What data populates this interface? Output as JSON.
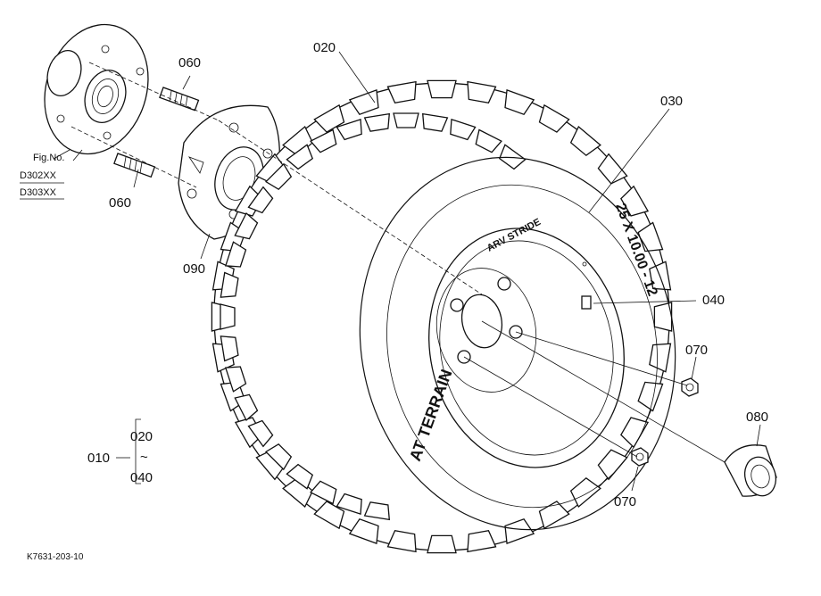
{
  "parts": {
    "p020": "020",
    "p030": "030",
    "p040": "040",
    "p060a": "060",
    "p060b": "060",
    "p070a": "070",
    "p070b": "070",
    "p080": "080",
    "p090": "090",
    "p010": "010",
    "range_from": "020",
    "range_tilde": "~",
    "range_to": "040"
  },
  "fig_ref": {
    "title": "Fig.No.",
    "line1": "D302XX",
    "line2": "D303XX"
  },
  "tire_text": {
    "size": "25 X 10.00 - 12",
    "brand": "AT TERRAIN",
    "arrow_brand": "ARV STRIDE"
  },
  "drawing_number": "K7631-203-10"
}
